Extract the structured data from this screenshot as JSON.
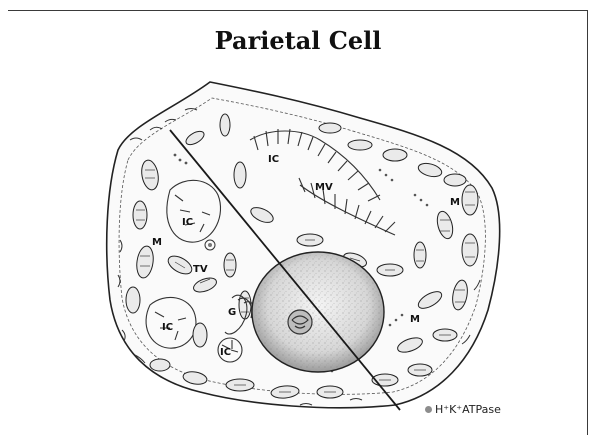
{
  "slide": {
    "title": "Parietal Cell"
  },
  "labels": [
    "IC",
    "MV",
    "M",
    "IC",
    "M",
    "TV",
    "IC",
    "G",
    "IC",
    "M"
  ],
  "legend": {
    "text": "H⁺K⁺ATPase",
    "dot_color": "#8d8d8d"
  }
}
